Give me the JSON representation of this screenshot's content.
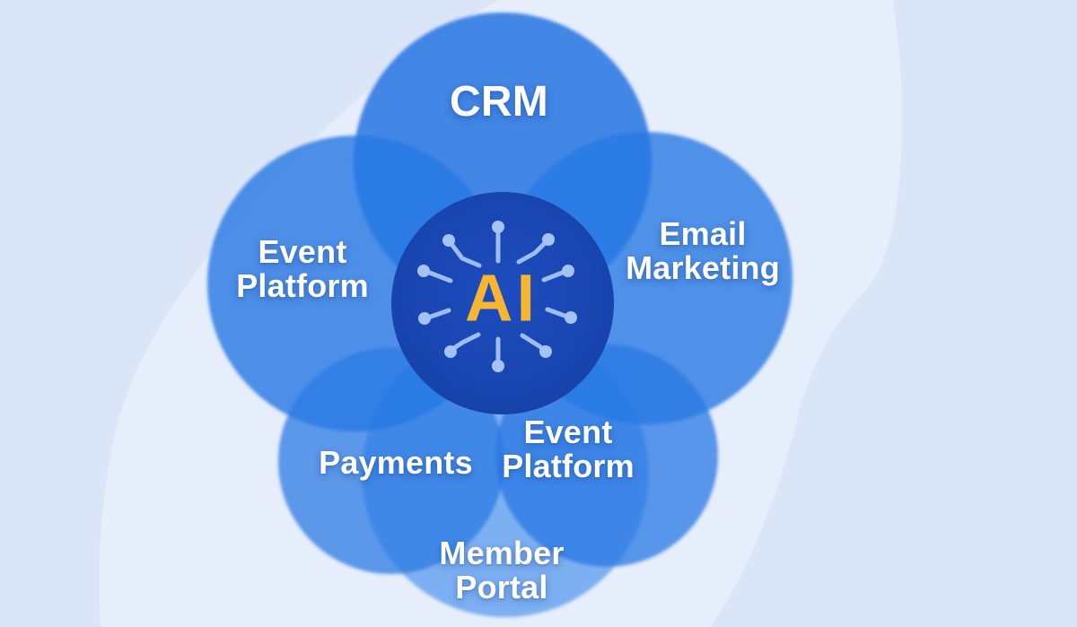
{
  "diagram": {
    "hub": {
      "label": "AI",
      "icon": "circuit-hub-icon"
    },
    "petals": [
      {
        "id": "crm",
        "label": "CRM"
      },
      {
        "id": "email-marketing",
        "label": "Email Marketing"
      },
      {
        "id": "event-platform-left",
        "label": "Event Platform"
      },
      {
        "id": "payments",
        "label": "Payments"
      },
      {
        "id": "event-platform-right",
        "label": "Event Platform"
      },
      {
        "id": "member-portal",
        "label": "Member Portal"
      }
    ],
    "colors": {
      "background": "#dbe5f8",
      "background_blob": "#e6edfb",
      "petal_blue": "#2878e4",
      "member_portal_blue": "#7db0f2",
      "hub_center": "#1d4cbe",
      "hub_edge": "#16409f",
      "circuit_lines": "#9cbcf2",
      "hub_text": "#f6b632",
      "label_text": "#ffffff"
    }
  }
}
